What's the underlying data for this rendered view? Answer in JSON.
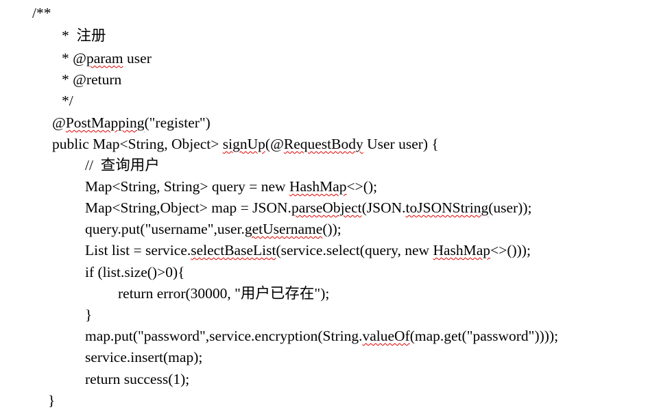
{
  "document": {
    "code_lines": [
      [
        {
          "t": "/**"
        }
      ],
      [
        {
          "t": "*  注册"
        }
      ],
      [
        {
          "t": "* @"
        },
        {
          "t": "param",
          "sq": true
        },
        {
          "t": " user"
        }
      ],
      [
        {
          "t": "* @return"
        }
      ],
      [
        {
          "t": "*/"
        }
      ],
      [
        {
          "t": "@"
        },
        {
          "t": "PostMapping",
          "sq": true
        },
        {
          "t": "(\"register\")"
        }
      ],
      [
        {
          "t": "public Map<String, Object> "
        },
        {
          "t": "signUp",
          "sq": true
        },
        {
          "t": "(@"
        },
        {
          "t": "RequestBody",
          "sq": true
        },
        {
          "t": " User user) {"
        }
      ],
      [
        {
          "t": "//  查询用户"
        }
      ],
      [
        {
          "t": "Map<String, String> query = new "
        },
        {
          "t": "HashMap",
          "sq": true
        },
        {
          "t": "<>();"
        }
      ],
      [
        {
          "t": "Map<String,Object> map = JSON."
        },
        {
          "t": "parseObject",
          "sq": true
        },
        {
          "t": "(JSON."
        },
        {
          "t": "toJSONString",
          "sq": true
        },
        {
          "t": "(user));"
        }
      ],
      [
        {
          "t": "query.put(\"username\",user."
        },
        {
          "t": "getUsername",
          "sq": true
        },
        {
          "t": "());"
        }
      ],
      [
        {
          "t": "List list = service."
        },
        {
          "t": "selectBaseList",
          "sq": true
        },
        {
          "t": "(service.select(query, new "
        },
        {
          "t": "HashMap",
          "sq": true
        },
        {
          "t": "<>()));"
        }
      ],
      [
        {
          "t": "if (list.size()>0){"
        }
      ],
      [
        {
          "t": "return error(30000, \"用户已存在\");"
        }
      ],
      [
        {
          "t": "}"
        }
      ],
      [
        {
          "t": "map.put(\"password\",service.encryption(String."
        },
        {
          "t": "valueOf",
          "sq": true
        },
        {
          "t": "(map.get(\"password\"))));"
        }
      ],
      [
        {
          "t": "service.insert(map);"
        }
      ],
      [
        {
          "t": "return success(1);"
        }
      ],
      [
        {
          "t": "}"
        }
      ]
    ]
  }
}
